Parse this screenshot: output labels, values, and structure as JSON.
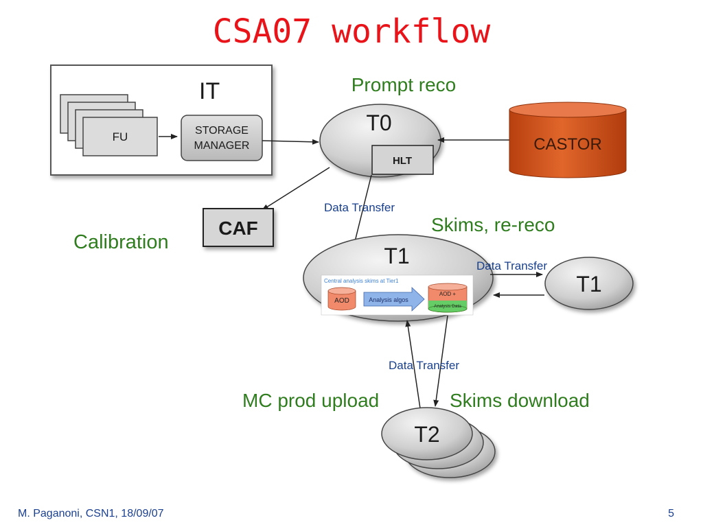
{
  "slide": {
    "title": "CSA07 workflow",
    "footer_left": "M. Paganoni, CSN1, 18/09/07",
    "page_number": "5"
  },
  "diagram": {
    "it_label": "IT",
    "fu_label": "FU",
    "storage_line1": "STORAGE",
    "storage_line2": "MANAGER",
    "t0_label": "T0",
    "hlt_label": "HLT",
    "castor_label": "CASTOR",
    "caf_label": "CAF",
    "t1_main_label": "T1",
    "t1_side_label": "T1",
    "t2_label": "T2",
    "skims_box": {
      "caption": "Central analysis skims at Tier1",
      "aod": "AOD",
      "arrow": "Analysis algos",
      "out_top": "AOD +",
      "out_bottom": "Analysis Data"
    },
    "labels": {
      "prompt_reco": "Prompt reco",
      "calibration": "Calibration",
      "skims_rereco": "Skims, re-reco",
      "mc_upload": "MC prod upload",
      "skims_download": "Skims download",
      "data_transfer_t0_t1": "Data Transfer",
      "data_transfer_t1_t1": "Data Transfer",
      "data_transfer_t1_t2": "Data Transfer"
    },
    "colors": {
      "castor": "#d4531d",
      "green_label": "#2f7d1e",
      "data_transfer": "#183f8c",
      "title": "#e8141a"
    }
  }
}
